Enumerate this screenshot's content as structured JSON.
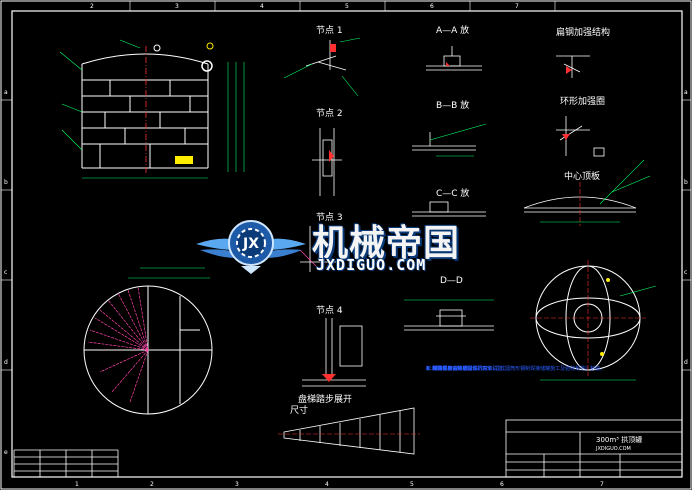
{
  "watermark": {
    "cn": "机械帝国",
    "en": "JXDIGUO.COM"
  },
  "details": {
    "d1": "节点 1",
    "d2": "节点 2",
    "d3": "节点 3",
    "d4": "节点 4",
    "aa": "A—A 放",
    "bb": "B—B 放",
    "cc": "C—C 放",
    "dd": "D—D",
    "top_right": "扁钢加强结构",
    "ring": "环形加强圈",
    "center": "中心顶板",
    "ladder": "盘梯踏步展开",
    "ladder2": "尺寸"
  },
  "notes": {
    "title": "技术要求",
    "lines": [
      "1. 本设备按GB50128-2005《立式圆筒形钢制焊接储罐施工及验收规范》制造。",
      "2. 材料须有合格证。",
      "3. 焊接采用手工电弧焊。",
      "4. 罐体焊接完毕后应进行充水试验。",
      "5. 罐内外表面除锈后涂防腐漆。"
    ]
  },
  "titleblock": {
    "name": "300m³ 拱顶罐",
    "sub": "JXDIGUO.COM"
  }
}
